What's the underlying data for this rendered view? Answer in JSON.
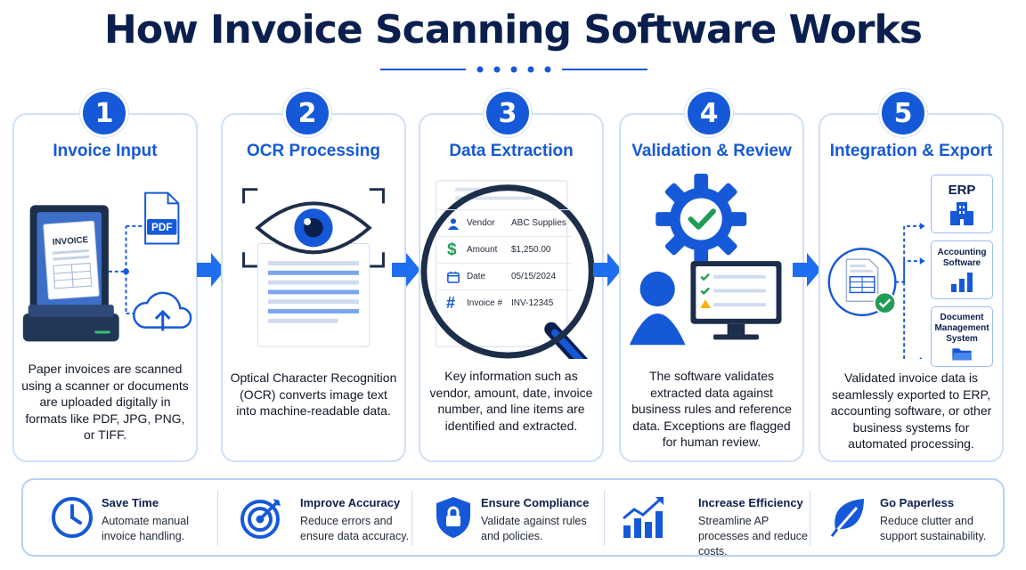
{
  "title": "How Invoice Scanning Software Works",
  "steps": [
    {
      "number": "1",
      "title": "Invoice Input",
      "desc": "Paper invoices are scanned using a scanner or documents are uploaded digitally in formats like PDF, JPG, PNG, or TIFF.",
      "doc_label": "INVOICE",
      "file_label": "PDF"
    },
    {
      "number": "2",
      "title": "OCR Processing",
      "desc": "Optical Character Recognition (OCR) converts image text into machine-readable data."
    },
    {
      "number": "3",
      "title": "Data Extraction",
      "desc": "Key information such as vendor, amount, date, invoice number, and line items are identified and extracted.",
      "fields": [
        {
          "label": "Vendor",
          "value": "ABC Supplies",
          "icon": "person-icon"
        },
        {
          "label": "Amount",
          "value": "$1,250.00",
          "icon": "dollar-icon"
        },
        {
          "label": "Date",
          "value": "05/15/2024",
          "icon": "calendar-icon"
        },
        {
          "label": "Invoice #",
          "value": "INV-12345",
          "icon": "hash-icon"
        }
      ]
    },
    {
      "number": "4",
      "title": "Validation & Review",
      "desc": "The software validates extracted data against business rules and reference data. Exceptions are flagged for human review."
    },
    {
      "number": "5",
      "title": "Integration & Export",
      "desc": "Validated invoice data is seamlessly exported to ERP, accounting software, or other business systems for automated processing.",
      "targets": [
        {
          "label": "ERP",
          "icon": "building-icon"
        },
        {
          "label": "Accounting Software",
          "icon": "bar-chart-icon"
        },
        {
          "label": "Document Management System",
          "icon": "folder-icon"
        }
      ]
    }
  ],
  "benefits": [
    {
      "title": "Save Time",
      "desc": "Automate manual invoice handling.",
      "icon": "clock-icon"
    },
    {
      "title": "Improve Accuracy",
      "desc": "Reduce errors and ensure data accuracy.",
      "icon": "target-icon"
    },
    {
      "title": "Ensure Compliance",
      "desc": "Validate against rules and policies.",
      "icon": "shield-lock-icon"
    },
    {
      "title": "Increase Efficiency",
      "desc": "Streamline AP processes and reduce costs.",
      "icon": "growth-chart-icon"
    },
    {
      "title": "Go Paperless",
      "desc": "Reduce clutter and support sustainability.",
      "icon": "leaf-icon"
    }
  ],
  "colors": {
    "primary": "#1659d8",
    "navy": "#0b1f4e",
    "green": "#1f9d55",
    "amber": "#f5b400",
    "border": "#cfe0f7"
  }
}
